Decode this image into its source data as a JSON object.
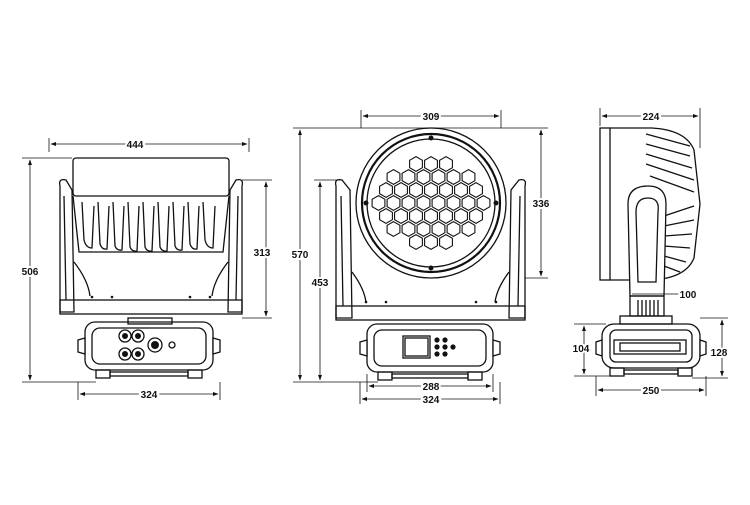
{
  "colors": {
    "line": "#111111",
    "background": "#ffffff"
  },
  "dimensions": {
    "side_view": {
      "width_top": "444",
      "height_total": "506",
      "yoke_height": "313",
      "base_width": "324"
    },
    "front_view": {
      "lens_width": "309",
      "height_total": "570",
      "arm_height": "453",
      "lens_height": "336",
      "base_inner": "288",
      "base_width": "324"
    },
    "end_view": {
      "depth_top": "224",
      "arm_width": "100",
      "base_height_left": "104",
      "base_height_right": "128",
      "base_width": "250"
    }
  }
}
